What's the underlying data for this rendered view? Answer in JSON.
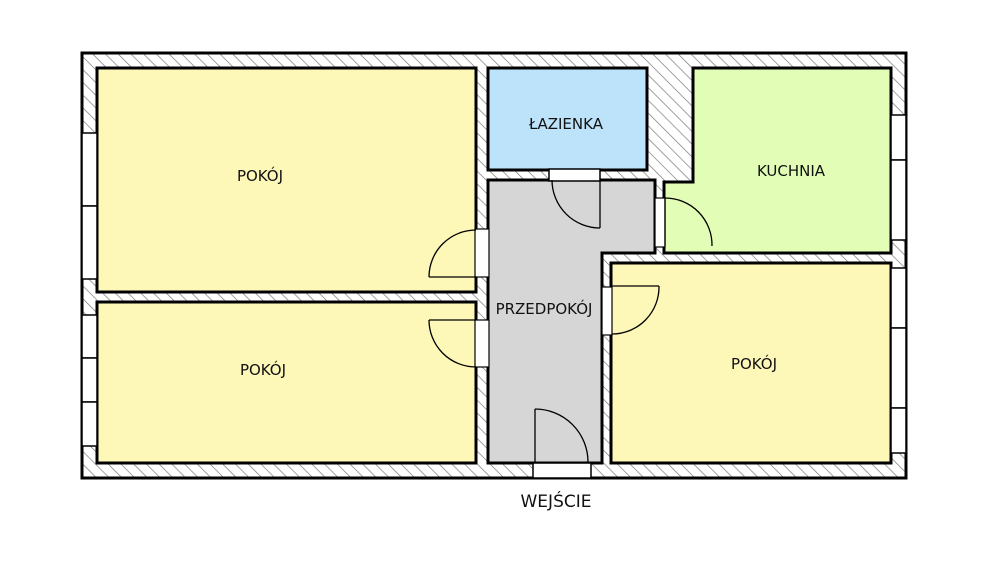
{
  "plan": {
    "rooms": {
      "pokoj_top_left": "POKÓJ",
      "pokoj_bottom_left": "POKÓJ",
      "lazienka": "ŁAZIENKA",
      "kuchnia": "KUCHNIA",
      "przedpokoj": "PRZEDPOKÓJ",
      "pokoj_right": "POKÓJ"
    },
    "entrance": "WEJŚCIE"
  },
  "colors": {
    "pokoj": "#fdf7b8",
    "lazienka": "#bde3fb",
    "kuchnia": "#e1fdb6",
    "przedpokoj": "#d6d6d6",
    "wall_hatch": "#808080"
  }
}
